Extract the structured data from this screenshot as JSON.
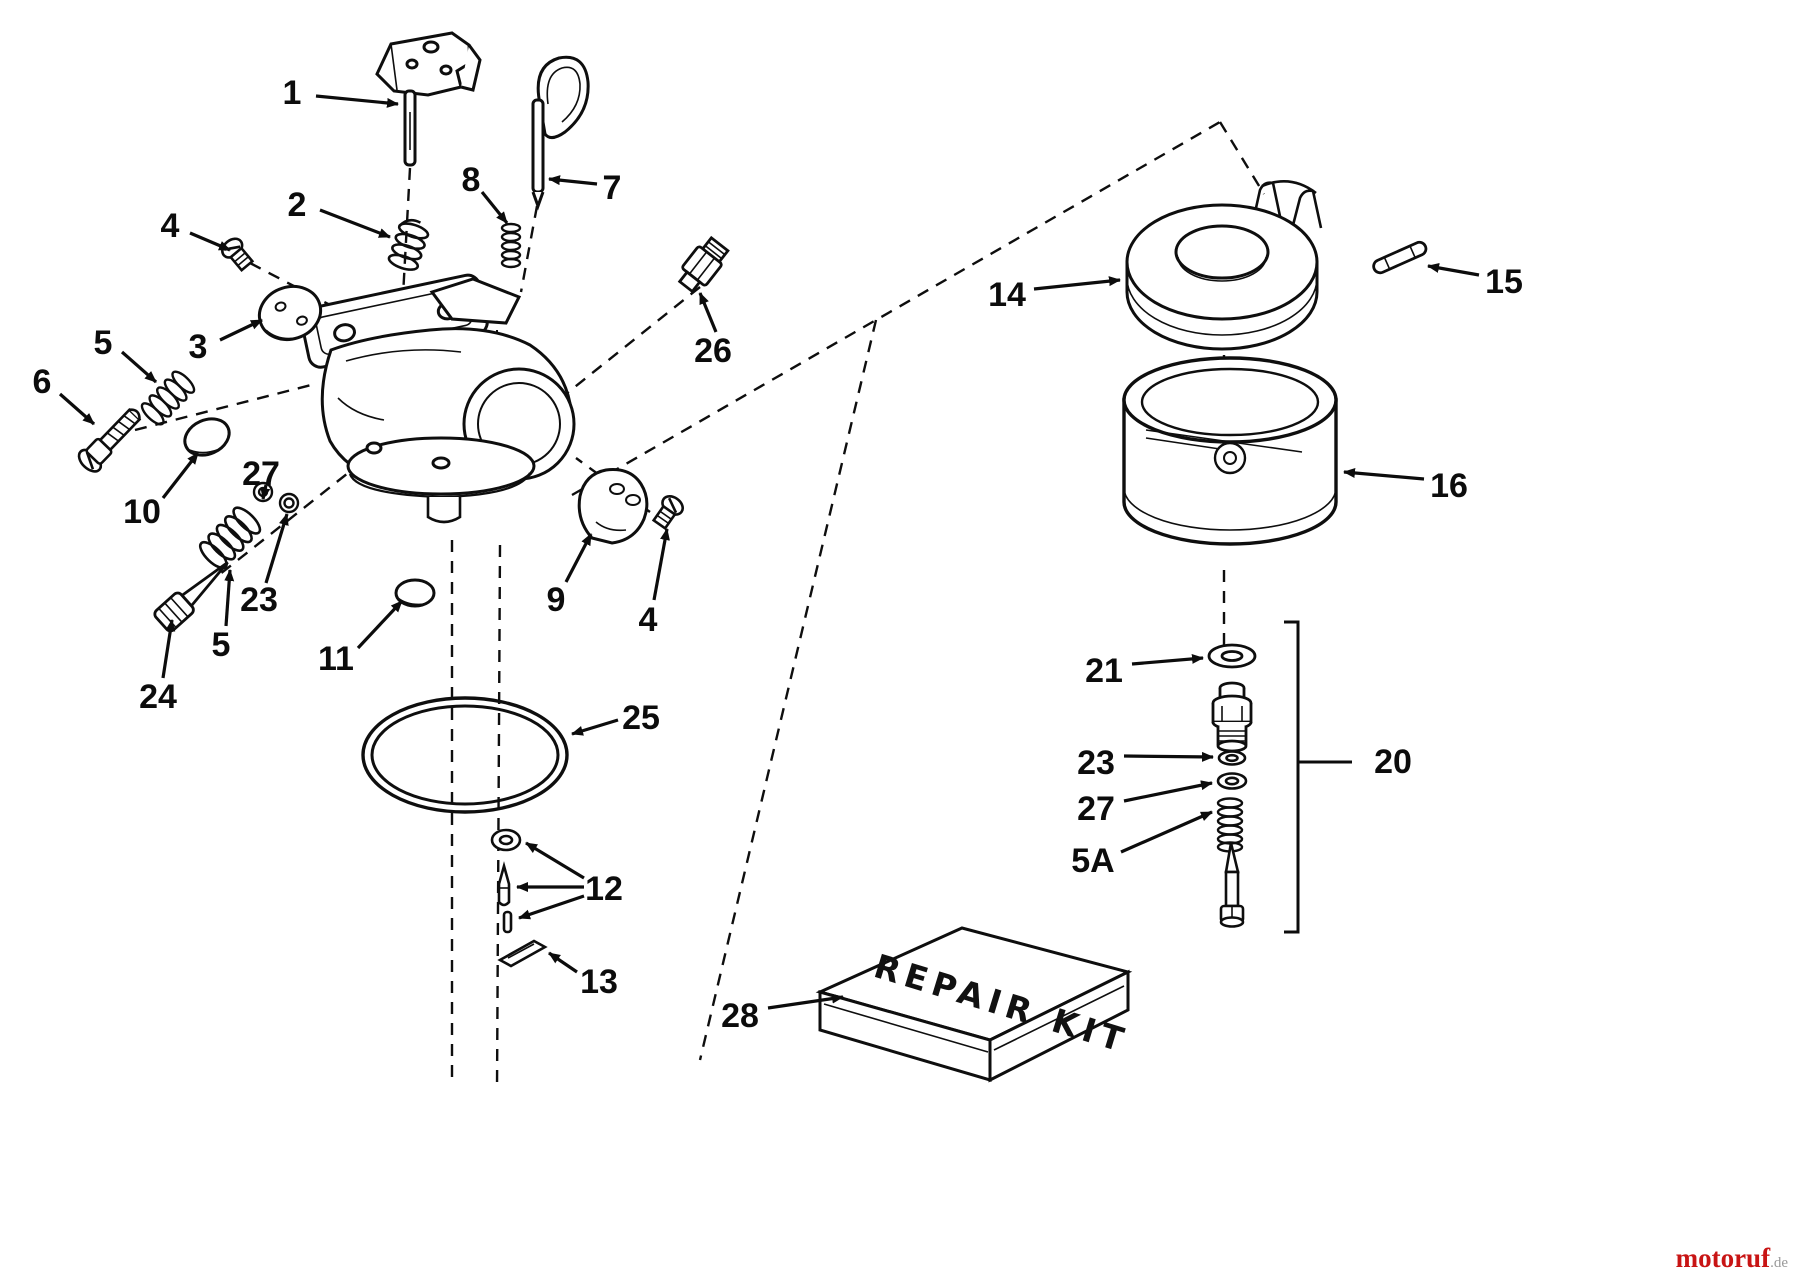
{
  "diagram": {
    "type": "exploded-parts-diagram",
    "repair_kit_label": "REPAIR KIT",
    "part_labels": [
      {
        "text": "1"
      },
      {
        "text": "2"
      },
      {
        "text": "8"
      },
      {
        "text": "7"
      },
      {
        "text": "4"
      },
      {
        "text": "3"
      },
      {
        "text": "5"
      },
      {
        "text": "6"
      },
      {
        "text": "10"
      },
      {
        "text": "27"
      },
      {
        "text": "23"
      },
      {
        "text": "5"
      },
      {
        "text": "24"
      },
      {
        "text": "11"
      },
      {
        "text": "9"
      },
      {
        "text": "4"
      },
      {
        "text": "26"
      },
      {
        "text": "25"
      },
      {
        "text": "12"
      },
      {
        "text": "13"
      },
      {
        "text": "14"
      },
      {
        "text": "15"
      },
      {
        "text": "16"
      },
      {
        "text": "21"
      },
      {
        "text": "23"
      },
      {
        "text": "27"
      },
      {
        "text": "5A"
      },
      {
        "text": "20"
      },
      {
        "text": "28"
      }
    ],
    "colors": {
      "line": "#0e0e0e",
      "background": "#ffffff"
    }
  },
  "watermark": {
    "brand": "motoruf",
    "suffix": ".de",
    "brand_color": "#c81414",
    "suffix_color": "#9a9a9a"
  }
}
